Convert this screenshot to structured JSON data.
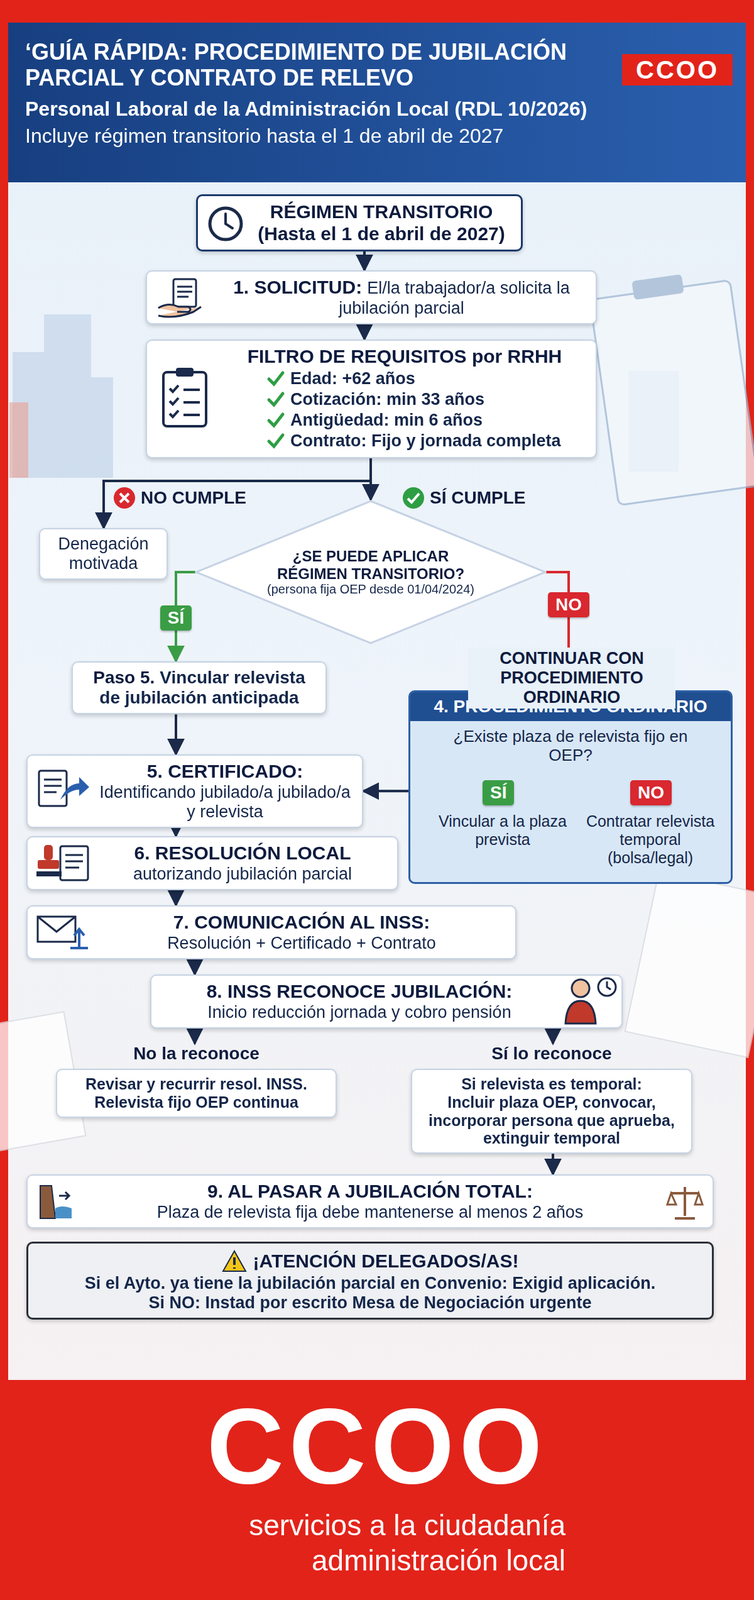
{
  "diagram": {
    "title": "‘GUÍA RÁPIDA: PROCEDIMIENTO DE JUBILACIÓN PARCIAL Y CONTRATO DE RELEVO",
    "nodes": [
      {
        "text": [
          "RÉGIMEN TRANSITORIO",
          "(Hasta el 1 de abril de 2027)"
        ]
      },
      {
        "text": [
          "1. SOLICITUD:",
          "El/la trabajador/a solicita la jubilación parcial"
        ]
      },
      {
        "text": [
          "FILTRO DE REQUISITOS por RRHH",
          "Edad: +62 años",
          "Cotización: min 33 años",
          "Antigüedad: min 6 años",
          "Contrato: Fijo y jornada completa"
        ]
      },
      {
        "text": [
          "Denegación motivada"
        ]
      },
      {
        "text": [
          "¿SE PUEDE APLICAR RÉGIMEN TRANSITORIO?",
          "(persona fija OEP desde 01/04/2024)"
        ]
      },
      {
        "text": [
          "Paso 5.",
          "Vincular relevista de jubilación anticipada"
        ]
      },
      {
        "text": [
          "4. PROCEDIMIENTO ORDINARIO",
          "¿Existe plaza de relevista fijo en OEP?"
        ]
      },
      {
        "text": [
          "SÍ"
        ],
        "in": 6
      },
      {
        "text": [
          "NO"
        ],
        "in": 6
      },
      {
        "text": [
          "5. CERTIFICADO:",
          "Identificando jubilado/a jubilado/a y relevista"
        ]
      },
      {
        "text": [
          "6. RESOLUCIÓN LOCAL",
          "autorizando jubilación parcial"
        ]
      },
      {
        "text": [
          "7. COMUNICACIÓN AL INSS:",
          "Resolución + Certificado + Contrato"
        ]
      },
      {
        "text": [
          "8. INSS RECONOCE JUBILACIÓN:",
          "Inicio reducción jornada y cobro pensión"
        ]
      },
      {
        "text": [
          "No la reconoce",
          "Revisar y recurrir resol. INSS. Relevista fijo OEP continua"
        ]
      },
      {
        "text": [
          "Sí lo reconoce",
          "Si relevista es temporal:",
          "Incluir plaza OEP, convocar, incorporar persona que aprueba, extinguir temporal"
        ]
      },
      {
        "text": [
          "9. AL PASAR A JUBILACIÓN TOTAL:",
          "Plaza de relevista fija debe mantenerse al menos 2 años"
        ]
      },
      {
        "text": [
          "¡ATENCIÓN DELEGADOS/AS!",
          "Si el Ayto. ya tiene la jubilación parcial en Convenio: Exigid aplicación.",
          "Si NO: Instad por escrito Mesa de Negociación urgente"
        ]
      }
    ],
    "edges": [
      {
        "from": 0,
        "to": 1,
        "arrow": "to"
      },
      {
        "from": 1,
        "to": 2,
        "arrow": "to"
      },
      {
        "from": 2,
        "to": 3,
        "label": "NO CUMPLE",
        "arrow": "to"
      },
      {
        "from": 2,
        "to": 4,
        "label": "SÍ CUMPLE",
        "arrow": "to"
      },
      {
        "from": 4,
        "to": 5,
        "label": "SÍ",
        "arrow": "to"
      },
      {
        "from": 4,
        "to": 6,
        "label": "NO",
        "arrow": "to"
      },
      {
        "from": 5,
        "to": 9,
        "arrow": "to"
      },
      {
        "from": 6,
        "to": 9,
        "arrow": "to"
      },
      {
        "from": 9,
        "to": 10,
        "arrow": "to"
      },
      {
        "from": 10,
        "to": 11,
        "arrow": "to"
      },
      {
        "from": 11,
        "to": 12,
        "arrow": "to"
      },
      {
        "from": 12,
        "to": 13,
        "arrow": "to"
      },
      {
        "from": 12,
        "to": 14,
        "arrow": "to"
      },
      {
        "from": 14,
        "to": 15,
        "arrow": "to"
      }
    ],
    "labels": [
      "Personal Laboral de la Administración Local (RDL 10/2026)",
      "Incluye régimen transitorio hasta el 1 de abril de 2027",
      "CCOO",
      "CONTINUAR CON PROCEDIMIENTO ORDINARIO",
      "Vincular a la plaza prevista",
      "Contratar relevista temporal (bolsa/legal)",
      "CCOO",
      "servicios a la ciudadanía",
      "administración local"
    ]
  }
}
